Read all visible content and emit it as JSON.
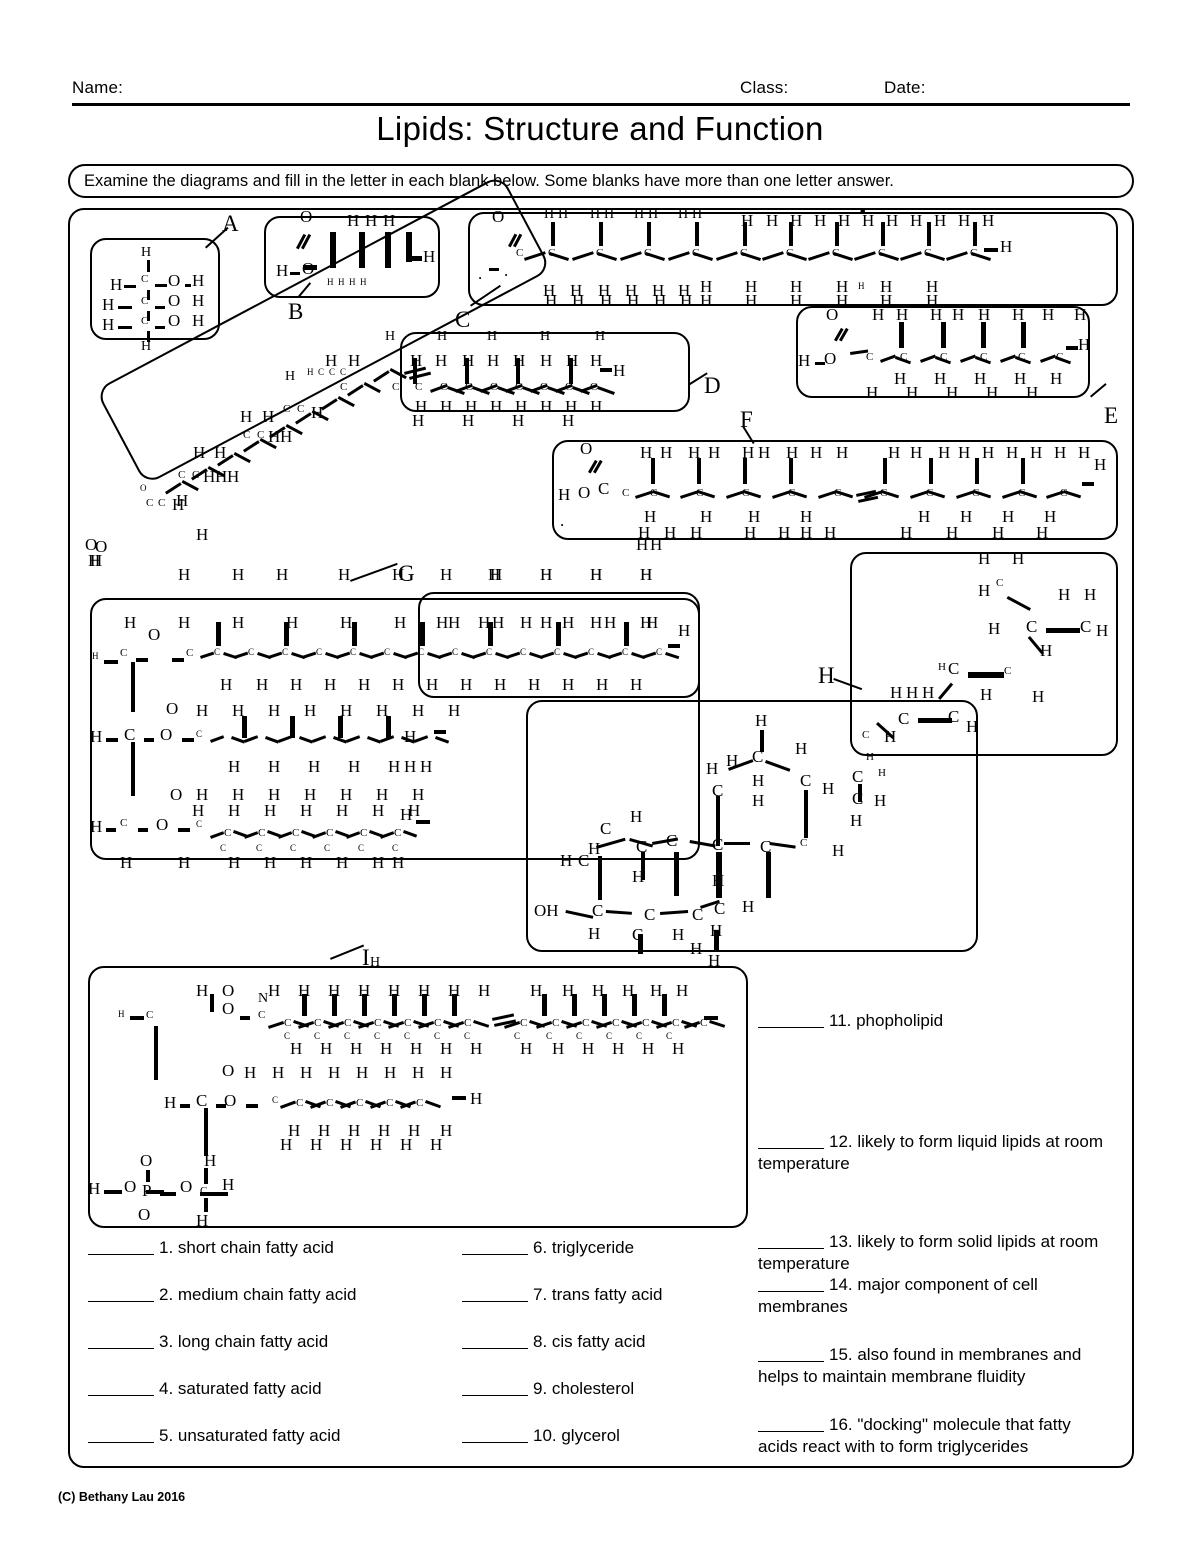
{
  "header": {
    "name_label": "Name:",
    "class_label": "Class:",
    "date_label": "Date:"
  },
  "title": "Lipids: Structure and Function",
  "instruction": "Examine the diagrams and fill in the letter in each blank below.  Some blanks have more than one letter answer.",
  "diagram_letters": [
    {
      "letter": "A",
      "describes": "glycerol"
    },
    {
      "letter": "B",
      "describes": "short chain fatty acid"
    },
    {
      "letter": "C",
      "describes": "long chain fatty acid"
    },
    {
      "letter": "D",
      "describes": "cis unsaturated fatty acid"
    },
    {
      "letter": "E",
      "describes": "medium chain fatty acid"
    },
    {
      "letter": "F",
      "describes": "trans unsaturated fatty acid"
    },
    {
      "letter": "G",
      "describes": "triglyceride"
    },
    {
      "letter": "H",
      "describes": "cholesterol"
    },
    {
      "letter": "I",
      "describes": "phospholipid"
    }
  ],
  "blanks_column1": [
    {
      "number": "1.",
      "text": "short chain fatty acid"
    },
    {
      "number": "2.",
      "text": "medium chain fatty acid"
    },
    {
      "number": "3.",
      "text": "long chain fatty acid"
    },
    {
      "number": "4.",
      "text": "saturated fatty acid"
    },
    {
      "number": "5.",
      "text": "unsaturated fatty acid"
    }
  ],
  "blanks_column2": [
    {
      "number": "6.",
      "text": "triglyceride"
    },
    {
      "number": "7.",
      "text": "trans fatty acid"
    },
    {
      "number": "8.",
      "text": "cis fatty acid"
    },
    {
      "number": "9.",
      "text": "cholesterol"
    },
    {
      "number": "10.",
      "text": "glycerol"
    }
  ],
  "blanks_column3": [
    {
      "number": "11.",
      "text": "phopholipid"
    },
    {
      "number": "12.",
      "text": "likely to form liquid lipids at room temperature"
    },
    {
      "number": "13.",
      "text": "likely to form solid lipids at room temperature"
    },
    {
      "number": "14.",
      "text": "major component of cell membranes"
    },
    {
      "number": "15.",
      "text": "also found in membranes and helps to maintain membrane fluidity"
    },
    {
      "number": "16.",
      "text": "\"docking\" molecule that fatty acids react with to form triglycerides"
    }
  ],
  "footer": "(C) Bethany Lau 2016",
  "atoms": {
    "H": "H",
    "C": "C",
    "O": "O",
    "P": "P",
    "OH": "OH"
  },
  "colors": {
    "ink": "#000000",
    "paper": "#ffffff"
  }
}
